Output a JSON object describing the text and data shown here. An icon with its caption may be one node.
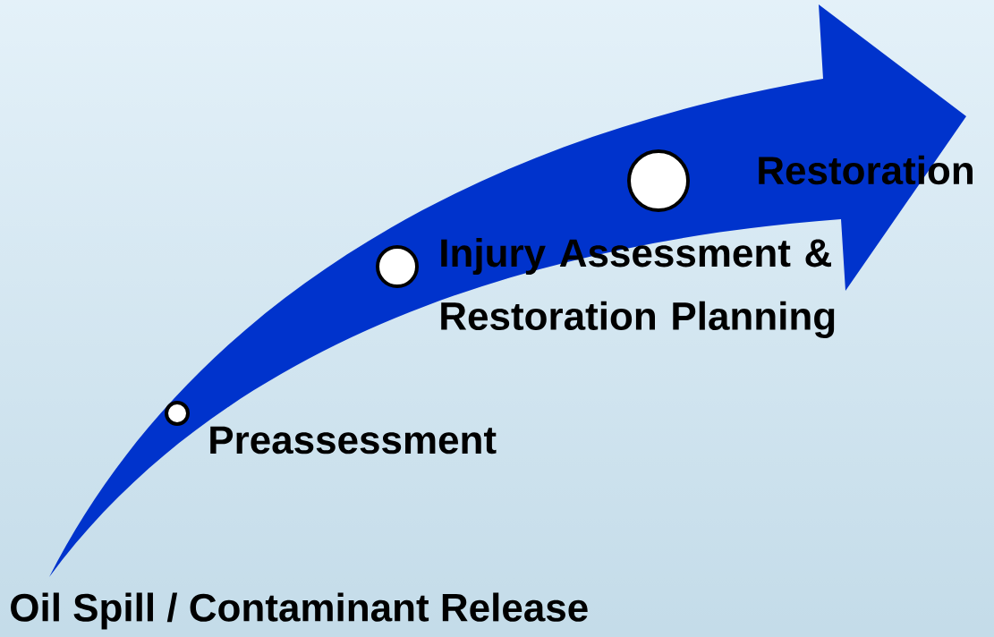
{
  "diagram": {
    "nodes": [
      {
        "text": [],
        "shape": "circle",
        "beside": [
          "Preassessment"
        ]
      },
      {
        "text": [],
        "shape": "circle",
        "beside": [
          "Injury Assessment & Restoration Planning"
        ]
      },
      {
        "text": [],
        "shape": "circle",
        "beside": [
          "Restoration"
        ]
      }
    ],
    "labels": [
      "Oil Spill / Contaminant Release"
    ]
  }
}
